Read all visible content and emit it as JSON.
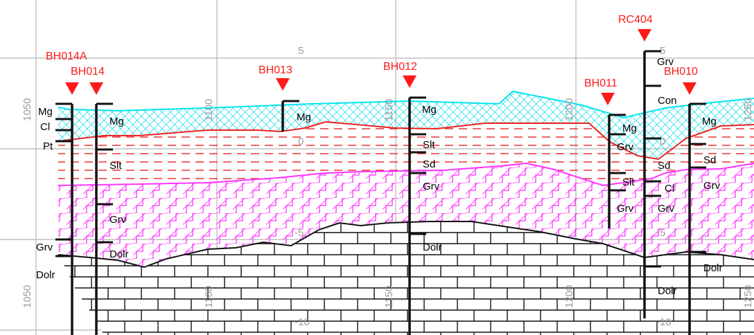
{
  "grid": {
    "chainage_top": [
      "1050",
      "1100",
      "1150",
      "1200",
      "1250"
    ],
    "chainage_bottom": [
      "1050",
      "1100",
      "1150",
      "1200",
      "1250"
    ],
    "elevation_top": [
      "5",
      "0",
      "-5",
      "-10"
    ],
    "elevation_bottom": [
      "5",
      "0",
      "-5",
      "-10"
    ]
  },
  "boreholes": [
    {
      "id": "BH014A",
      "name": "BH014A",
      "layers": [
        "Mg",
        "Cl",
        "Pt",
        "Grv",
        "Dolr"
      ]
    },
    {
      "id": "BH014",
      "name": "BH014",
      "layers": [
        "Mg",
        "Slt",
        "Grv",
        "Dolr"
      ]
    },
    {
      "id": "BH013",
      "name": "BH013",
      "layers": [
        "Mg"
      ]
    },
    {
      "id": "BH012",
      "name": "BH012",
      "layers": [
        "Mg",
        "Slt",
        "Sd",
        "Grv",
        "Dolr"
      ]
    },
    {
      "id": "BH011",
      "name": "BH011",
      "layers": [
        "Mg",
        "Grv",
        "Slt",
        "Grv"
      ]
    },
    {
      "id": "RC404",
      "name": "RC404",
      "layers": [
        "Grv",
        "Con",
        "Sd",
        "Cl",
        "Grv",
        "Dolr"
      ]
    },
    {
      "id": "BH010",
      "name": "BH010",
      "layers": [
        "Mg",
        "Sd",
        "Grv",
        "Dolr"
      ]
    }
  ],
  "colors": {
    "made_ground": "#00e5ee",
    "silt_boundary": "#ee2020",
    "gravel_boundary": "#ff33ff",
    "bedrock_boundary": "#111111",
    "borehole_label": "#ff1a1a",
    "grid": "#b4b4b4"
  }
}
